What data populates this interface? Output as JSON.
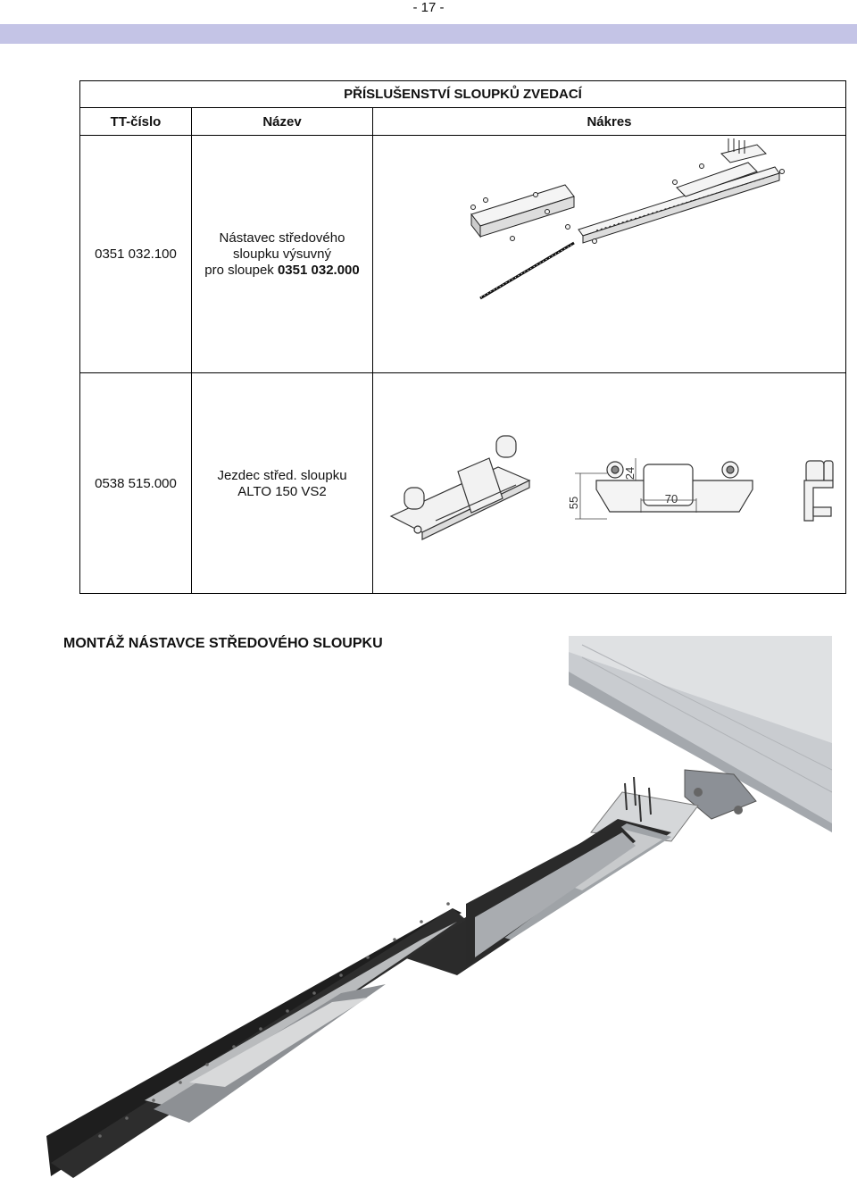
{
  "page_number": "- 17 -",
  "table": {
    "title": "PŘÍSLUŠENSTVÍ SLOUPKŮ ZVEDACÍ",
    "headers": {
      "code": "TT-číslo",
      "name": "Název",
      "drawing": "Nákres"
    },
    "rows": [
      {
        "code": "0351 032.100",
        "name_lines": [
          "Nástavec středového",
          "sloupku výsuvný",
          "pro sloupek "
        ],
        "name_bold": "0351 032.000"
      },
      {
        "code": "0538 515.000",
        "name_lines": [
          "Jezdec střed. sloupku",
          "ALTO 150 VS2"
        ],
        "dimensions": {
          "height": "55",
          "width": "70",
          "wheel": "24"
        }
      }
    ]
  },
  "section_title": "MONTÁŽ NÁSTAVCE STŘEDOVÉHO SLOUPKU"
}
